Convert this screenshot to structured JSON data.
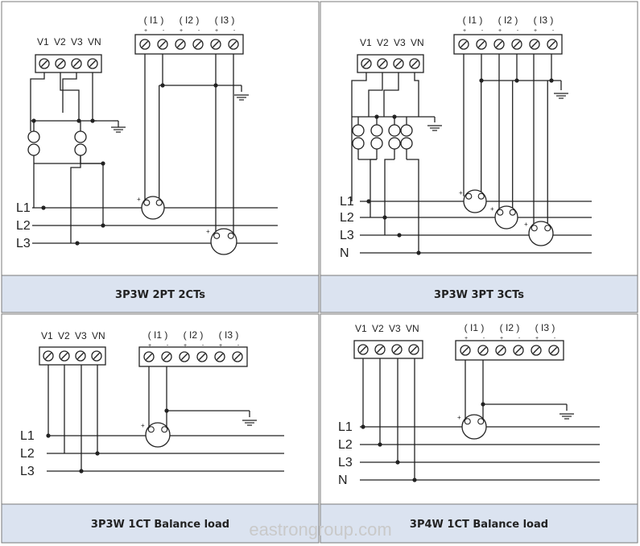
{
  "colors": {
    "border": "#7a7a7a",
    "caption_bg": "#dbe3f0",
    "wire": "#222222",
    "watermark": "#c9c9c9"
  },
  "labels": {
    "voltage": [
      "V1",
      "V2",
      "V3",
      "VN"
    ],
    "current": [
      "( I1 )",
      "( I2 )",
      "( I3 )"
    ],
    "plus": "+",
    "minus": "-"
  },
  "panels": [
    {
      "caption": "3P3W  2PT 2CTs",
      "lines": [
        "L1",
        "L2",
        "L3"
      ]
    },
    {
      "caption": "3P3W  3PT 3CTs",
      "lines": [
        "L1",
        "L2",
        "L3",
        "N"
      ]
    },
    {
      "caption": "3P3W  1CT Balance load",
      "lines": [
        "L1",
        "L2",
        "L3"
      ]
    },
    {
      "caption": "3P4W  1CT Balance load",
      "lines": [
        "L1",
        "L2",
        "L3",
        "N"
      ]
    }
  ],
  "watermark": "eastrongroup.com"
}
